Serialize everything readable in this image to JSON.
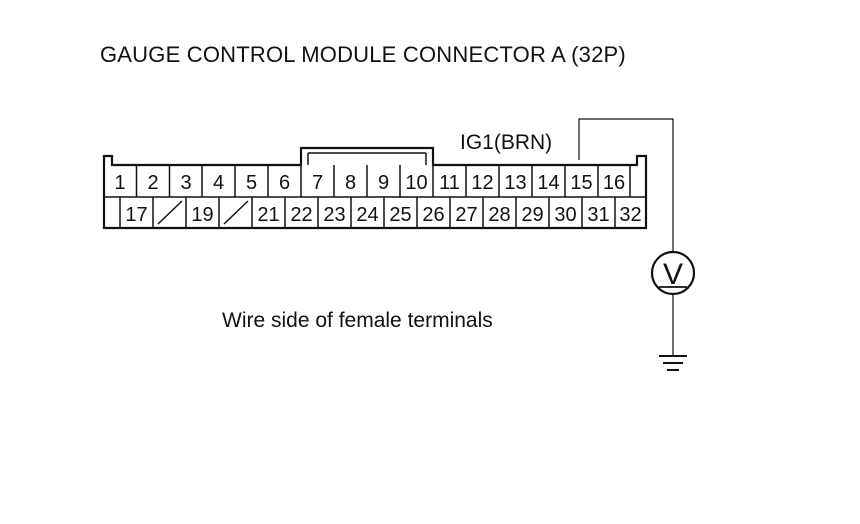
{
  "title": "GAUGE CONTROL MODULE CONNECTOR A (32P)",
  "probe_label": "IG1(BRN)",
  "caption": "Wire side of female terminals",
  "meter_symbol": "V",
  "probe_terminal": "15",
  "row1": [
    "1",
    "2",
    "3",
    "4",
    "5",
    "6",
    "7",
    "8",
    "9",
    "10",
    "11",
    "12",
    "13",
    "14",
    "15",
    "16"
  ],
  "row2": [
    "",
    "17",
    "",
    "19",
    "",
    "21",
    "22",
    "23",
    "24",
    "25",
    "26",
    "27",
    "28",
    "29",
    "30",
    "31",
    "32"
  ]
}
